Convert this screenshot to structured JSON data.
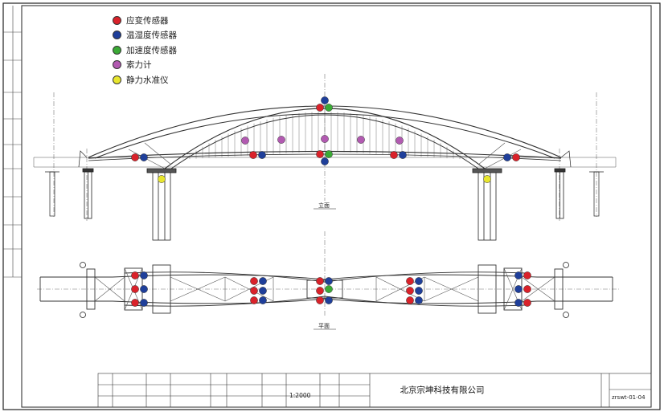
{
  "legend": [
    {
      "label": "应变传感器",
      "color": "#d9222a"
    },
    {
      "label": "温湿度传感器",
      "color": "#1f3f9a"
    },
    {
      "label": "加速度传感器",
      "color": "#3aa935"
    },
    {
      "label": "索力计",
      "color": "#b25ab1"
    },
    {
      "label": "静力水准仪",
      "color": "#e8e62e"
    }
  ],
  "views": {
    "elevation_label": "立面",
    "plan_label": "平面"
  },
  "title_block": {
    "company": "北京宗坤科技有限公司",
    "scale": "1:2000",
    "drawing_number": "zrswt-01-04"
  }
}
